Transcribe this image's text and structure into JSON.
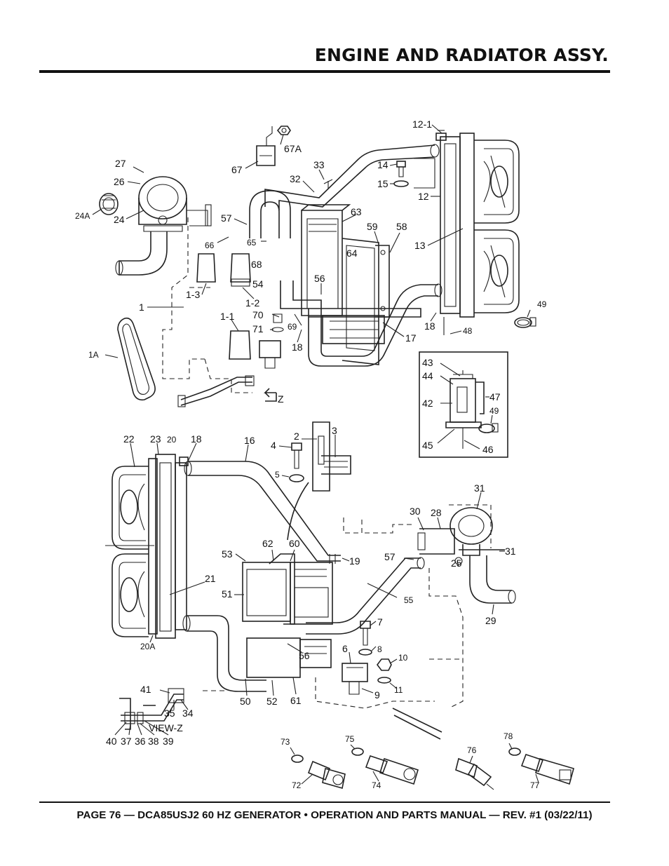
{
  "header": {
    "title": "ENGINE AND RADIATOR ASSY."
  },
  "footer": {
    "text": "PAGE 76 — DCA85USJ2 60 HZ GENERATOR • OPERATION AND PARTS MANUAL — REV. #1 (03/22/11)"
  },
  "diagram": {
    "view_label": "VIEW-Z",
    "arrow_label": "Z",
    "callouts": {
      "c12_1": "12-1",
      "c67a": "67A",
      "c27": "27",
      "c67": "67",
      "c33": "33",
      "c14": "14",
      "c26": "26",
      "c32": "32",
      "c15": "15",
      "c12": "12",
      "c24a": "24A",
      "c24": "24",
      "c57a": "57",
      "c63": "63",
      "c59": "59",
      "c58": "58",
      "c66": "66",
      "c65": "65",
      "c64": "64",
      "c13": "13",
      "c68": "68",
      "c54": "54",
      "c1_3": "1-3",
      "c1_2": "1-2",
      "c56a": "56",
      "c1": "1",
      "c70": "70",
      "c49a": "49",
      "c1_1": "1-1",
      "c71": "71",
      "c69": "69",
      "c18a": "18",
      "c48": "48",
      "c17": "17",
      "c1a": "1A",
      "c43": "43",
      "c44": "44",
      "c47": "47",
      "c42": "42",
      "c49b": "49",
      "c45": "45",
      "c46": "46",
      "c22": "22",
      "c23": "23",
      "c20": "20",
      "c18b": "18",
      "c16": "16",
      "c2": "2",
      "c3": "3",
      "c4": "4",
      "c5": "5",
      "c31a": "31",
      "c30": "30",
      "c28": "28",
      "c53": "53",
      "c62": "62",
      "c60": "60",
      "c19": "19",
      "c57b": "57",
      "c25": "25",
      "c31b": "31",
      "c21": "21",
      "c51": "51",
      "c55": "55",
      "c29": "29",
      "c7": "7",
      "c8": "8",
      "c20a": "20A",
      "c56b": "56",
      "c6": "6",
      "c10": "10",
      "c50": "50",
      "c52": "52",
      "c61": "61",
      "c9": "9",
      "c11": "11",
      "c41": "41",
      "c35": "35",
      "c34": "34",
      "c40": "40",
      "c37": "37",
      "c36": "36",
      "c38": "38",
      "c39": "39",
      "c73": "73",
      "c75": "75",
      "c78": "78",
      "c76": "76",
      "c72": "72",
      "c74": "74",
      "c77": "77"
    }
  }
}
